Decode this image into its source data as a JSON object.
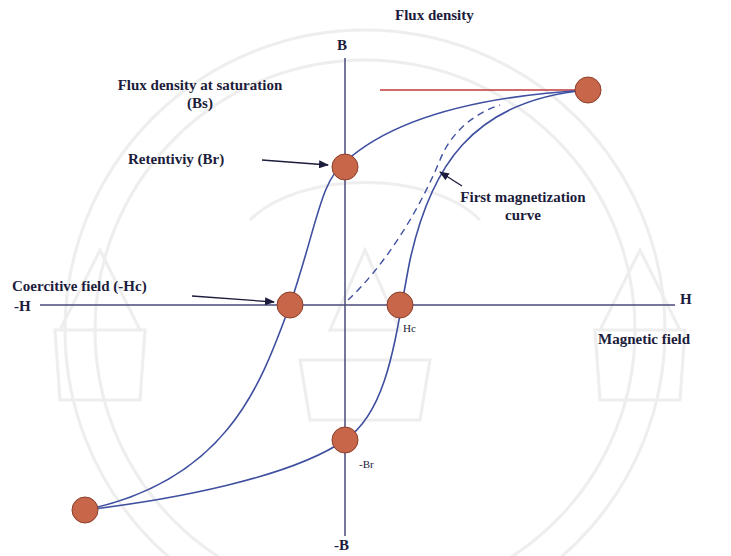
{
  "diagram": {
    "labels": [
      "Flux density",
      "B",
      "Flux density at saturation (Bs)",
      "Retentiviy (Br)",
      "First magnetization curve",
      "Coercitive field (-Hc)",
      "-H",
      "H",
      "Hc",
      "Magnetic field",
      "-Br",
      "-B"
    ]
  }
}
